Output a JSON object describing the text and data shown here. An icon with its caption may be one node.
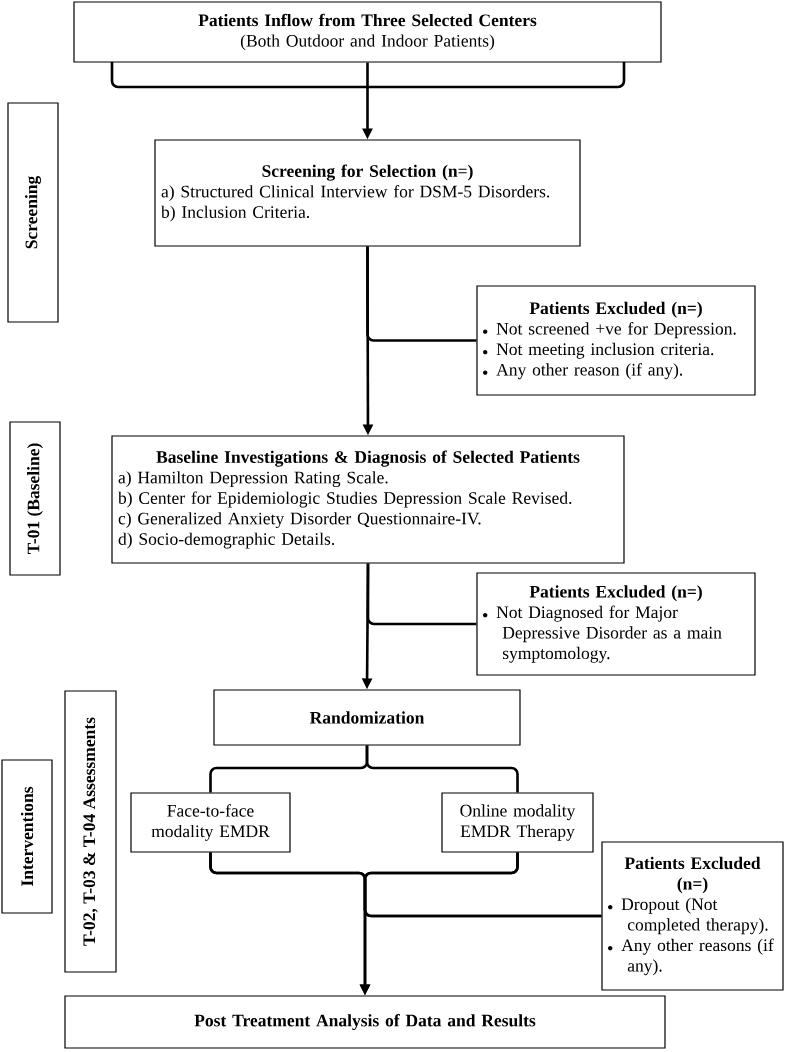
{
  "diagram": {
    "nodes": [
      {
        "text": [
          "Patients Inflow from Three Selected Centers",
          "(Both Outdoor and Indoor Patients)"
        ]
      },
      {
        "text": [
          "Screening for Selection (n=)",
          "a) Structured Clinical Interview for DSM-5 Disorders.",
          "b) Inclusion Criteria."
        ]
      },
      {
        "text": [
          "Patients Excluded (n=)",
          "Not screened +ve for Depression.",
          "Not meeting inclusion criteria.",
          "Any other reason (if any)."
        ]
      },
      {
        "text": [
          "Baseline Investigations & Diagnosis of Selected Patients",
          "a) Hamilton Depression Rating Scale.",
          "b) Center for Epidemiologic Studies Depression Scale Revised.",
          "c) Generalized Anxiety Disorder Questionnaire-IV.",
          "d) Socio-demographic Details."
        ]
      },
      {
        "text": [
          "Patients Excluded (n=)",
          "Not Diagnosed for Major Depressive Disorder as a main symptomology."
        ]
      },
      {
        "text": [
          "Randomization"
        ]
      },
      {
        "text": [
          "Face-to-face modality EMDR"
        ]
      },
      {
        "text": [
          "Online modality EMDR Therapy"
        ]
      },
      {
        "text": [
          "Patients Excluded (n=)",
          "Dropout (Not completed therapy).",
          "Any other reasons (if any)."
        ]
      },
      {
        "text": [
          "Post Treatment Analysis of Data and Results"
        ]
      },
      {
        "text": [
          "Screening"
        ]
      },
      {
        "text": [
          "T-01 (Baseline)"
        ]
      },
      {
        "text": [
          "Interventions"
        ]
      },
      {
        "text": [
          "T-02, T-03 & T-04 Assessments"
        ]
      }
    ],
    "edges": [
      {
        "from": 0,
        "to": 1,
        "arrow": "to"
      },
      {
        "from": 1,
        "to": 3,
        "arrow": "to"
      },
      {
        "from": 1,
        "to": 2,
        "arrow": "none"
      },
      {
        "from": 3,
        "to": 5,
        "arrow": "to"
      },
      {
        "from": 3,
        "to": 4,
        "arrow": "none"
      },
      {
        "from": 5,
        "to": 6,
        "arrow": "none"
      },
      {
        "from": 5,
        "to": 7,
        "arrow": "none"
      },
      {
        "from": 6,
        "to": 9,
        "arrow": "to"
      },
      {
        "from": 7,
        "to": 9,
        "arrow": "to"
      },
      {
        "from": 6,
        "to": 8,
        "arrow": "none"
      },
      {
        "from": 7,
        "to": 8,
        "arrow": "none"
      }
    ]
  }
}
